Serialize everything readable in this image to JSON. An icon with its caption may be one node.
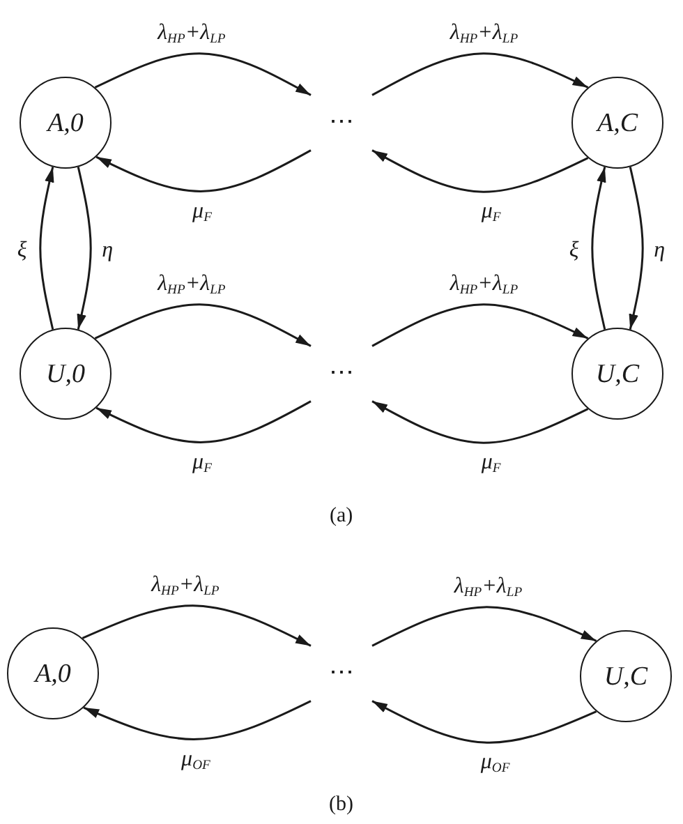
{
  "diagram": {
    "nodes": [
      {
        "text": [
          "A,0"
        ]
      },
      {
        "text": [
          "⋯"
        ]
      },
      {
        "text": [
          "A,C"
        ]
      },
      {
        "text": [
          "U,0"
        ]
      },
      {
        "text": [
          "⋯"
        ]
      },
      {
        "text": [
          "U,C"
        ]
      },
      {
        "text": [
          "A,0"
        ]
      },
      {
        "text": [
          "⋯"
        ]
      },
      {
        "text": [
          "U,C"
        ]
      }
    ],
    "edges": [
      {
        "from": 0,
        "to": 1,
        "arrow": "to",
        "label": "λ$_{HP}$+λ$_{LP}$"
      },
      {
        "from": 1,
        "to": 0,
        "arrow": "to",
        "label": "μ$_{F}$"
      },
      {
        "from": 1,
        "to": 2,
        "arrow": "to",
        "label": "λ$_{HP}$+λ$_{LP}$"
      },
      {
        "from": 2,
        "to": 1,
        "arrow": "to",
        "label": "μ$_{F}$"
      },
      {
        "from": 3,
        "to": 0,
        "arrow": "to",
        "label": "ξ"
      },
      {
        "from": 0,
        "to": 3,
        "arrow": "to",
        "label": "η"
      },
      {
        "from": 5,
        "to": 2,
        "arrow": "to",
        "label": "ξ"
      },
      {
        "from": 2,
        "to": 5,
        "arrow": "to",
        "label": "η"
      },
      {
        "from": 3,
        "to": 4,
        "arrow": "to",
        "label": "λ$_{HP}$+λ$_{LP}$"
      },
      {
        "from": 4,
        "to": 3,
        "arrow": "to",
        "label": "μ$_{F}$"
      },
      {
        "from": 4,
        "to": 5,
        "arrow": "to",
        "label": "λ$_{HP}$+λ$_{LP}$"
      },
      {
        "from": 5,
        "to": 4,
        "arrow": "to",
        "label": "μ$_{F}$"
      },
      {
        "from": 6,
        "to": 7,
        "arrow": "to",
        "label": "λ$_{HP}$+λ$_{LP}$"
      },
      {
        "from": 7,
        "to": 6,
        "arrow": "to",
        "label": "μ$_{OF}$"
      },
      {
        "from": 7,
        "to": 8,
        "arrow": "to",
        "label": "λ$_{HP}$+λ$_{LP}$"
      },
      {
        "from": 8,
        "to": 7,
        "arrow": "to",
        "label": "μ$_{OF}$"
      }
    ],
    "labels": [
      "(a)",
      "(b)"
    ]
  }
}
